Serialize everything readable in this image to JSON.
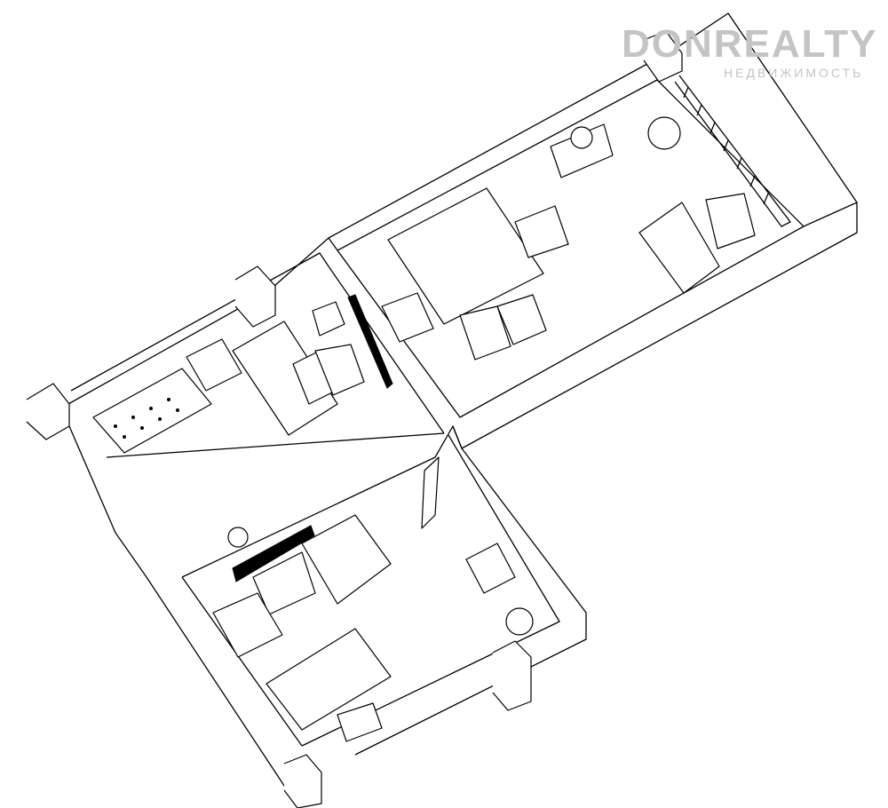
{
  "watermark": {
    "brand": "DONREALTY",
    "tagline": "НЕДВИЖИМОСТЬ"
  },
  "drawing": {
    "type": "isometric office floor plan",
    "rooms": 3
  }
}
